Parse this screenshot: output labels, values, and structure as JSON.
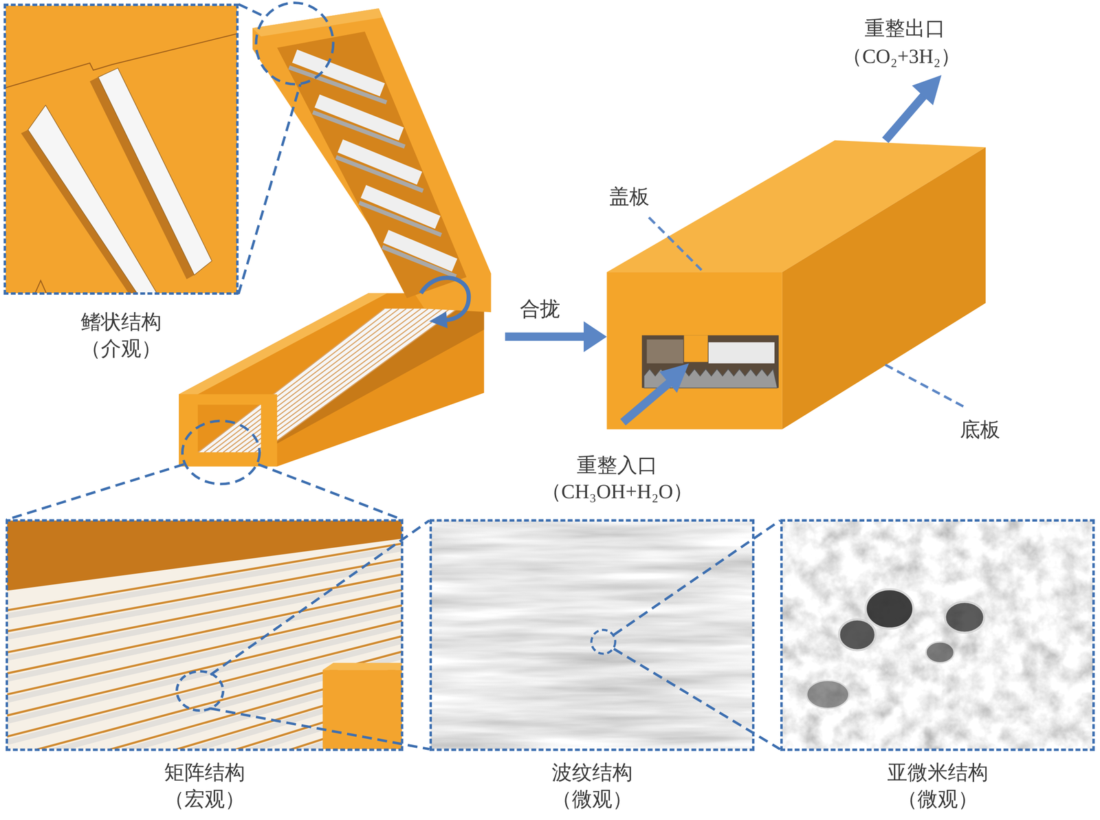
{
  "diagram": {
    "nodes": [
      {
        "text": [
          "鳍状结构",
          "（介观）"
        ]
      },
      {
        "text": [
          "矩阵结构",
          "（宏观）"
        ]
      },
      {
        "text": [
          "波纹结构",
          "（微观）"
        ]
      },
      {
        "text": [
          "亚微米结构",
          "（微观）"
        ]
      }
    ],
    "labels": [
      "合拢",
      "盖板",
      "底板",
      "重整出口",
      "（CO₂+3H₂）",
      "重整入口",
      "（CH₃OH+H₂O）"
    ]
  }
}
